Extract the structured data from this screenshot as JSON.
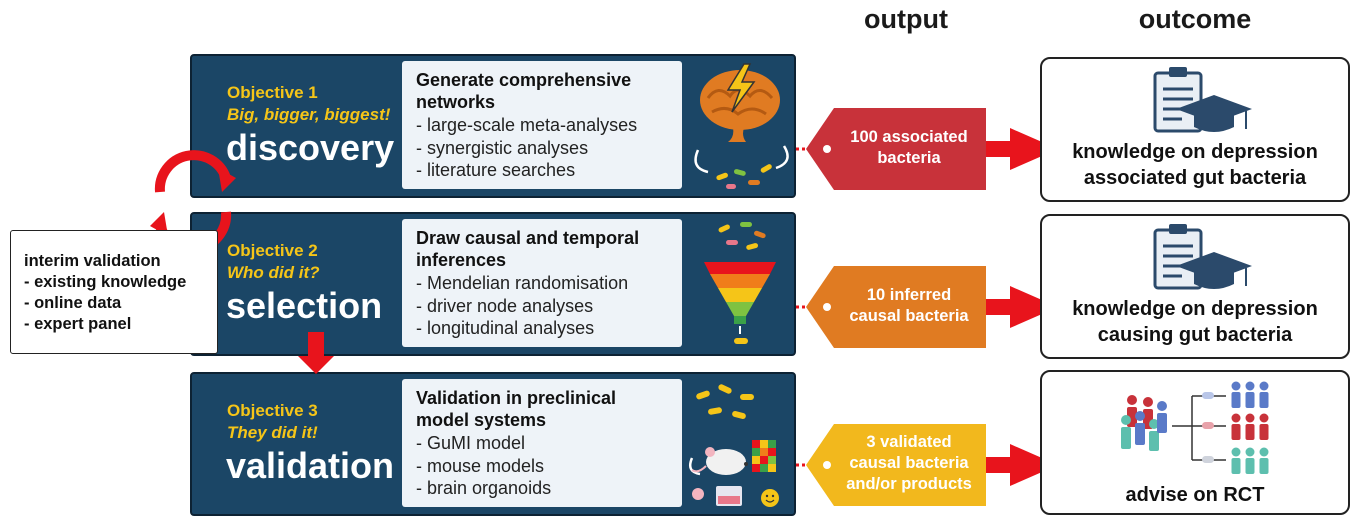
{
  "headers": {
    "output": "output",
    "outcome": "outcome"
  },
  "objectives": [
    {
      "number": "Objective 1",
      "subtitle": "Big, bigger, biggest!",
      "name": "discovery",
      "box_title": "Generate  comprehensive networks",
      "items": [
        "- large-scale meta-analyses",
        "- synergistic analyses",
        "- literature searches"
      ]
    },
    {
      "number": "Objective 2",
      "subtitle": "Who did it?",
      "name": "selection",
      "box_title": "Draw causal and temporal inferences",
      "items": [
        "- Mendelian randomisation",
        "- driver node analyses",
        "- longitudinal analyses"
      ]
    },
    {
      "number": "Objective 3",
      "subtitle": "They did it!",
      "name": "validation",
      "box_title": "Validation in preclinical model systems",
      "items": [
        "- GuMI model",
        "- mouse models",
        "- brain organoids"
      ]
    }
  ],
  "outputs": [
    {
      "line1": "100 associated",
      "line2": "bacteria",
      "color": "#c8323a"
    },
    {
      "line1": "10 inferred",
      "line2": "causal  bacteria",
      "color": "#e07b22"
    },
    {
      "line1": "3 validated",
      "line2": "causal  bacteria",
      "line3": "and/or products",
      "color": "#f2b81d"
    }
  ],
  "outcomes": [
    {
      "line1": "knowledge on depression",
      "line2": "associated gut bacteria"
    },
    {
      "line1": "knowledge on depression",
      "line2": "causing gut bacteria"
    },
    {
      "line1": "advise on RCT"
    }
  ],
  "interim": {
    "title": "interim validation",
    "items": [
      "- existing knowledge",
      "- online data",
      "- expert panel"
    ]
  },
  "colors": {
    "panel": "#1b4666",
    "accent_yellow": "#f5c518",
    "arrow_red": "#e8141c"
  }
}
